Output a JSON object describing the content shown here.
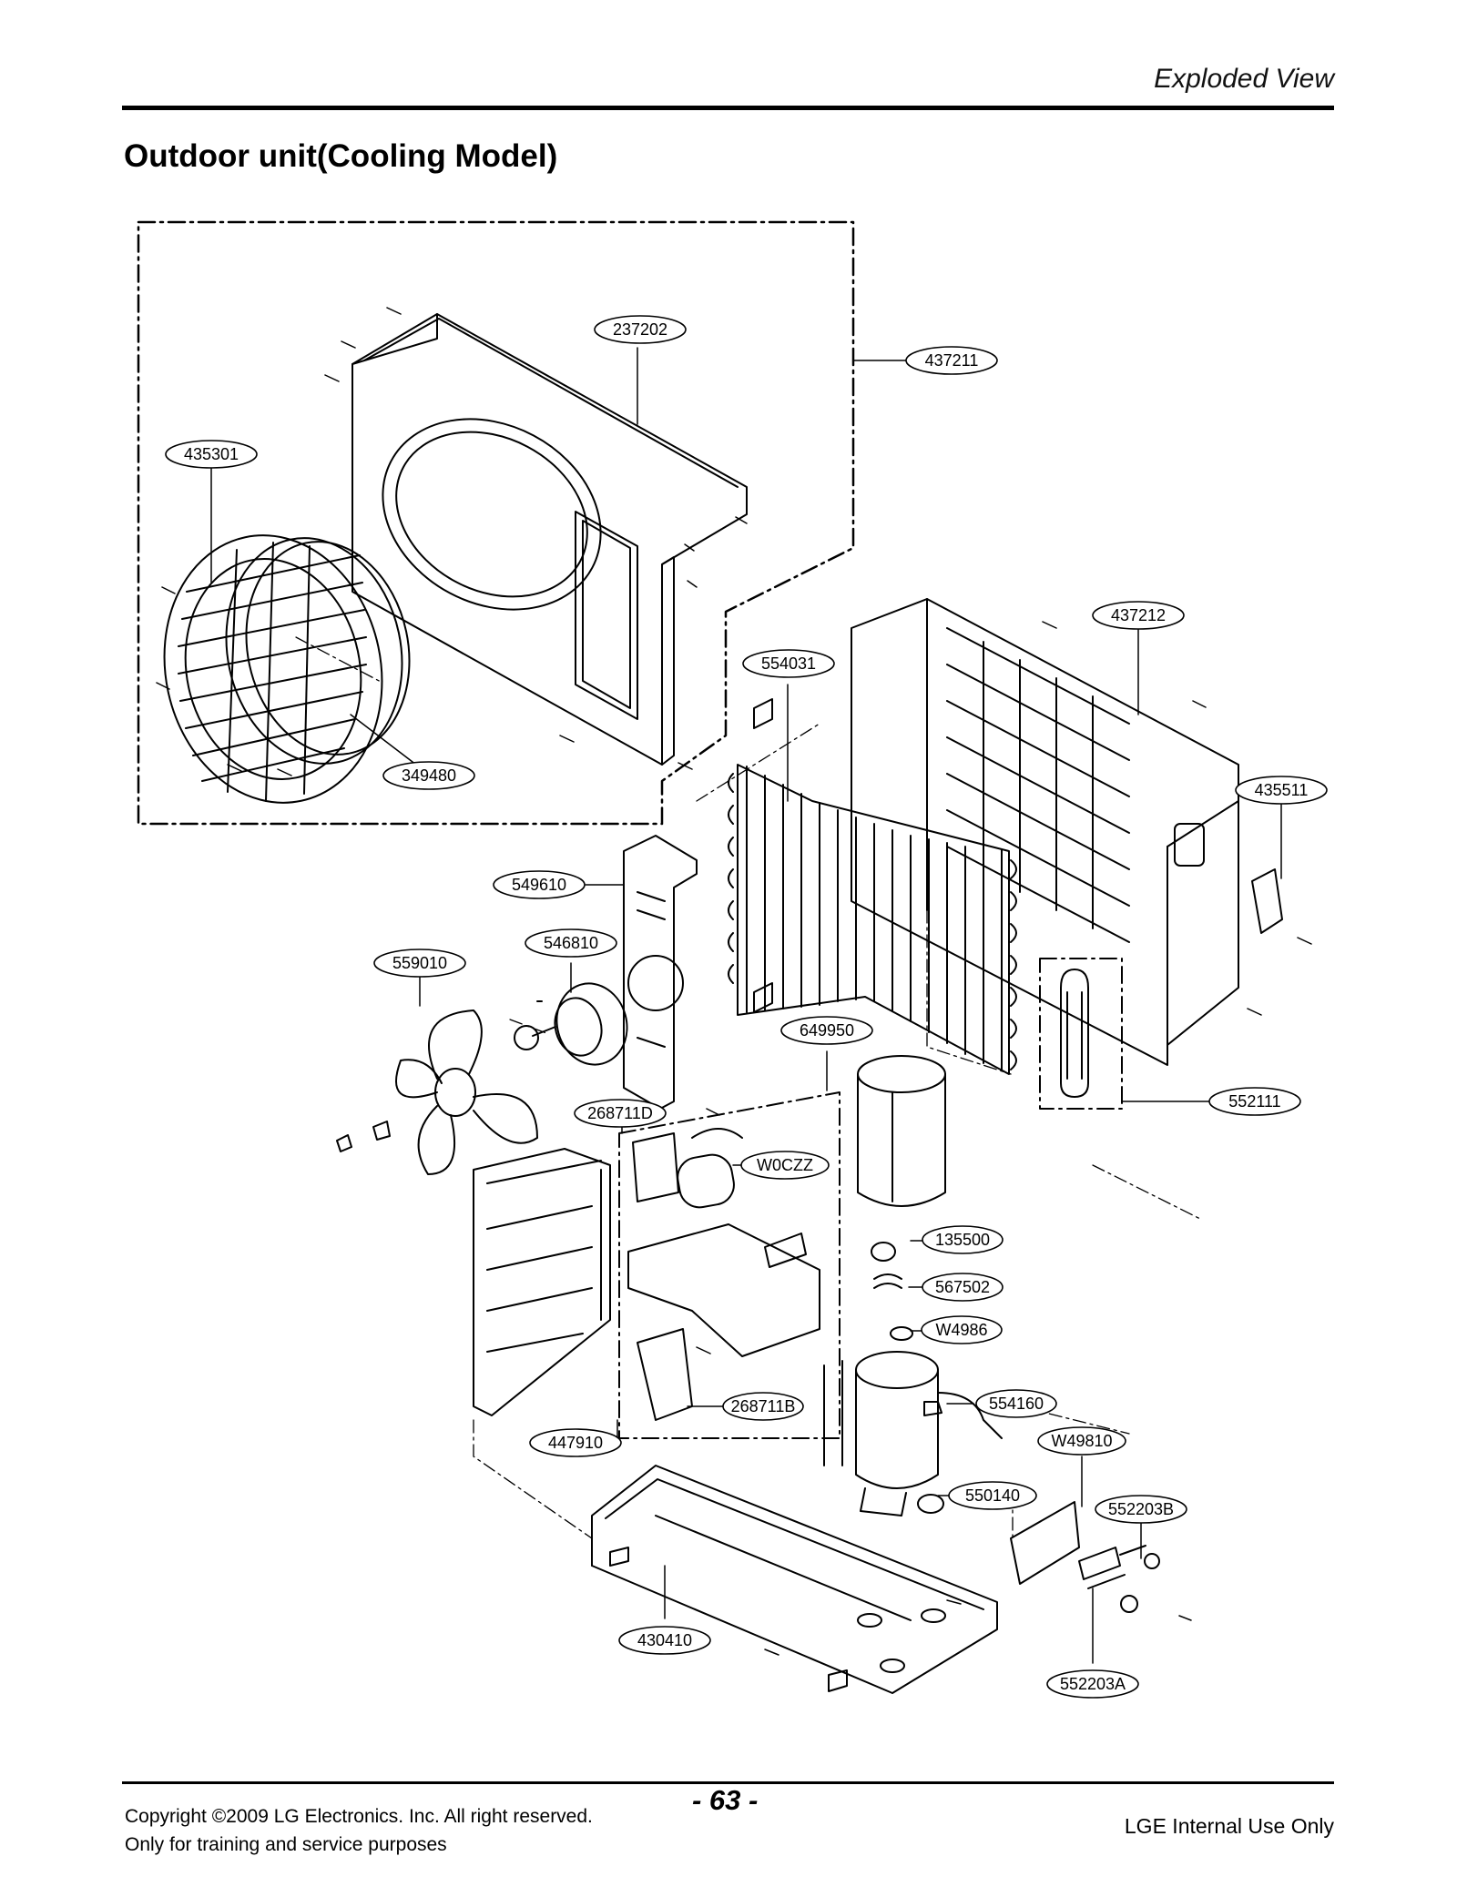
{
  "header": {
    "section_label": "Exploded View",
    "title": "Outdoor unit(Cooling Model)"
  },
  "footer": {
    "copyright": "Copyright ©2009 LG Electronics. Inc. All right reserved.",
    "usage_note": "Only for training and service purposes",
    "page_number": "- 63 -",
    "internal_note": "LGE Internal Use Only"
  },
  "parts": [
    {
      "id": "part-237202",
      "label": "237202"
    },
    {
      "id": "part-437211",
      "label": "437211"
    },
    {
      "id": "part-435301",
      "label": "435301"
    },
    {
      "id": "part-349480",
      "label": "349480"
    },
    {
      "id": "part-437212",
      "label": "437212"
    },
    {
      "id": "part-554031",
      "label": "554031"
    },
    {
      "id": "part-435511",
      "label": "435511"
    },
    {
      "id": "part-549610",
      "label": "549610"
    },
    {
      "id": "part-546810",
      "label": "546810"
    },
    {
      "id": "part-559010",
      "label": "559010"
    },
    {
      "id": "part-649950",
      "label": "649950"
    },
    {
      "id": "part-552111",
      "label": "552111"
    },
    {
      "id": "part-268711D",
      "label": "268711D"
    },
    {
      "id": "part-W0CZZ",
      "label": "W0CZZ"
    },
    {
      "id": "part-135500",
      "label": "135500"
    },
    {
      "id": "part-567502",
      "label": "567502"
    },
    {
      "id": "part-W4986",
      "label": "W4986"
    },
    {
      "id": "part-268711B",
      "label": "268711B"
    },
    {
      "id": "part-554160",
      "label": "554160"
    },
    {
      "id": "part-447910",
      "label": "447910"
    },
    {
      "id": "part-W49810",
      "label": "W49810"
    },
    {
      "id": "part-550140",
      "label": "550140"
    },
    {
      "id": "part-552203B",
      "label": "552203B"
    },
    {
      "id": "part-430410",
      "label": "430410"
    },
    {
      "id": "part-552203A",
      "label": "552203A"
    }
  ]
}
